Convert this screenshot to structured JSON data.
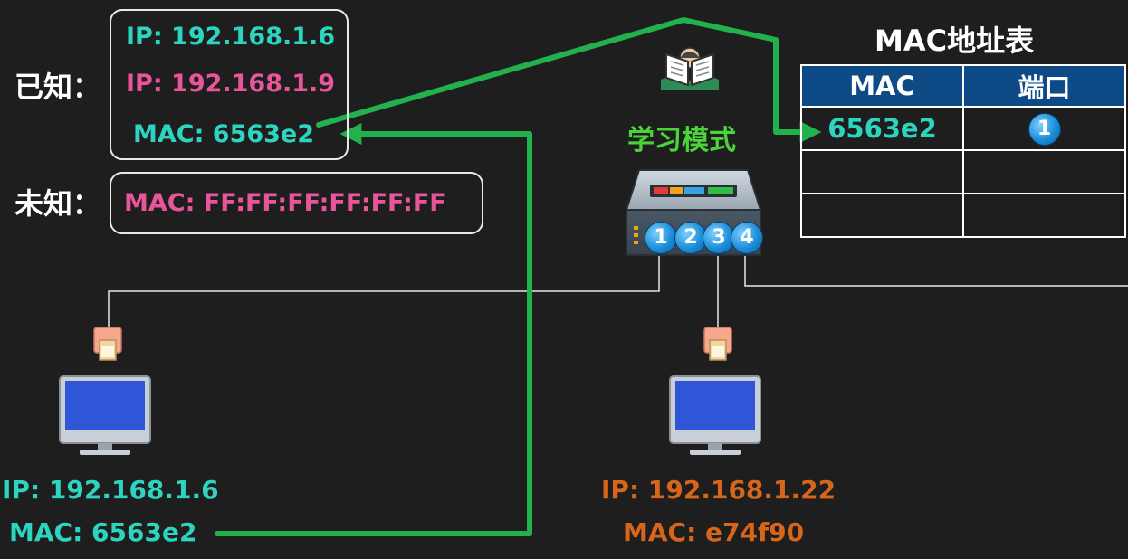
{
  "known": {
    "label": "已知：",
    "lines": [
      "IP: 192.168.1.6",
      "IP: 192.168.1.9",
      "MAC: 6563e2"
    ],
    "colors": [
      "#2dd4c0",
      "#e8559a",
      "#2dd4c0"
    ]
  },
  "unknown": {
    "label": "未知：",
    "line": "MAC: FF:FF:FF:FF:FF:FF"
  },
  "switch": {
    "mode": "学习模式",
    "ports": [
      "1",
      "2",
      "3",
      "4"
    ]
  },
  "mac_table": {
    "title": "MAC地址表",
    "headers": [
      "MAC",
      "端口"
    ],
    "rows": [
      {
        "mac": "6563e2",
        "port": "1"
      },
      {
        "mac": "",
        "port": ""
      },
      {
        "mac": "",
        "port": ""
      }
    ]
  },
  "pc_left": {
    "ip": "IP: 192.168.1.6",
    "mac": "MAC: 6563e2",
    "color": "#2dd4c0"
  },
  "pc_middle": {
    "ip": "IP: 192.168.1.22",
    "mac": "MAC: e74f90",
    "color": "#d8661a"
  },
  "colors": {
    "background": "#1e1e1e",
    "arrow": "#22b14c",
    "table_header": "#0e4b86",
    "port_blue": "#1b8ed8"
  }
}
